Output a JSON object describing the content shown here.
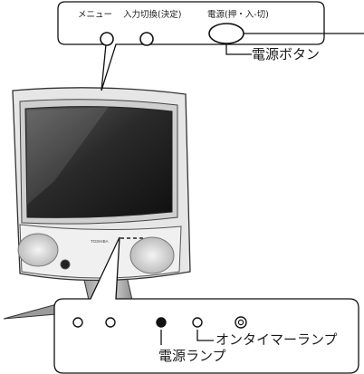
{
  "top_panel": {
    "menu_label": "メニュー",
    "input_label": "入力切換(決定)",
    "power_label": "電源(押・入-切)",
    "power_button_label": "電源ボタン"
  },
  "tv": {
    "brand_text": "TOSHIBA"
  },
  "bottom_panel": {
    "on_timer_lamp_label": "オンタイマーランプ",
    "power_lamp_label": "電源ランプ"
  }
}
